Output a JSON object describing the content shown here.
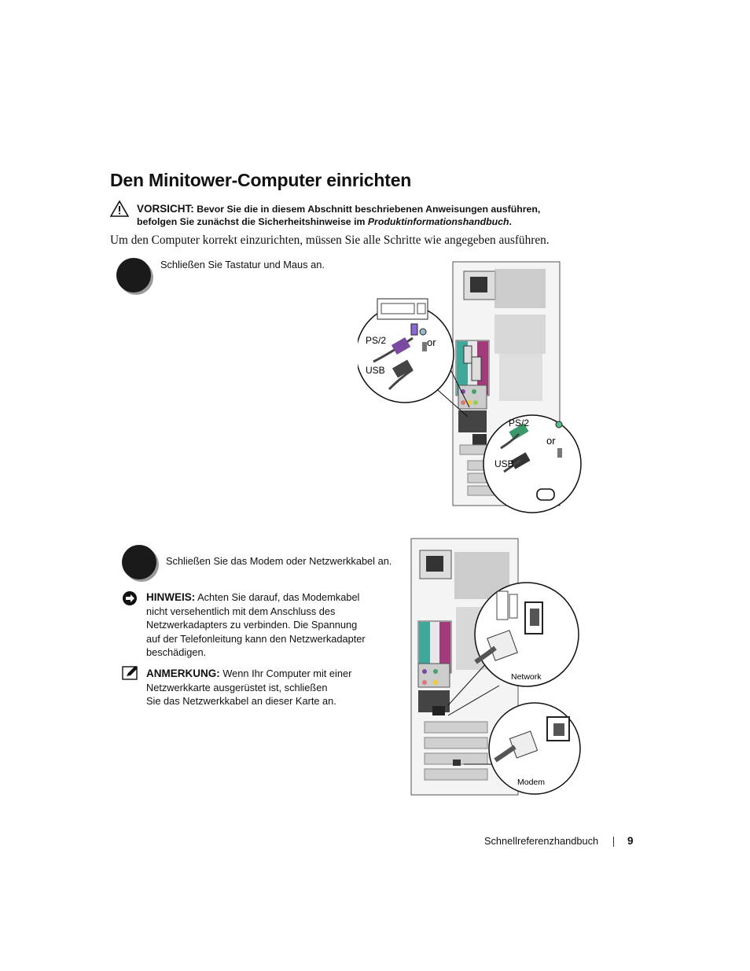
{
  "header": {
    "title": "Den Minitower-Computer einrichten"
  },
  "caution": {
    "label": "VORSICHT:",
    "text_line1": "Bevor Sie die in diesem Abschnitt beschriebenen Anweisungen ausführen,",
    "text_line2_prefix": "befolgen Sie zunächst die Sicherheitshinweise im ",
    "text_line2_italic": "Produktinformationshandbuch",
    "text_line2_suffix": "."
  },
  "intro": "Um den Computer korrekt einzurichten, müssen Sie alle Schritte wie angegeben ausführen.",
  "steps": [
    {
      "text": "Schließen Sie Tastatur und Maus an.",
      "figure_labels": {
        "ps2_a": "PS/2",
        "or_a": "or",
        "usb_a": "USB",
        "ps2_b": "PS/2",
        "or_b": "or",
        "usb_b": "USB"
      }
    },
    {
      "text": "Schließen Sie das Modem oder Netzwerkkabel an.",
      "figure_labels": {
        "network": "Network",
        "modem": "Modem"
      }
    }
  ],
  "hinweis": {
    "label": "HINWEIS:",
    "line1": "Achten Sie darauf, das Modemkabel",
    "line2": "nicht versehentlich mit dem Anschluss des",
    "line3": "Netzwerkadapters zu verbinden. Die Spannung",
    "line4": "auf der Telefonleitung kann den Netzwerkadapter",
    "line5": "beschädigen."
  },
  "anmerkung": {
    "label": "ANMERKUNG:",
    "line1": "Wenn Ihr Computer mit einer",
    "line2": "Netzwerkkarte ausgerüstet ist, schließen",
    "line3": "Sie das Netzwerkkabel an dieser Karte an."
  },
  "footer": {
    "book": "Schnellreferenzhandbuch",
    "page": "9"
  }
}
